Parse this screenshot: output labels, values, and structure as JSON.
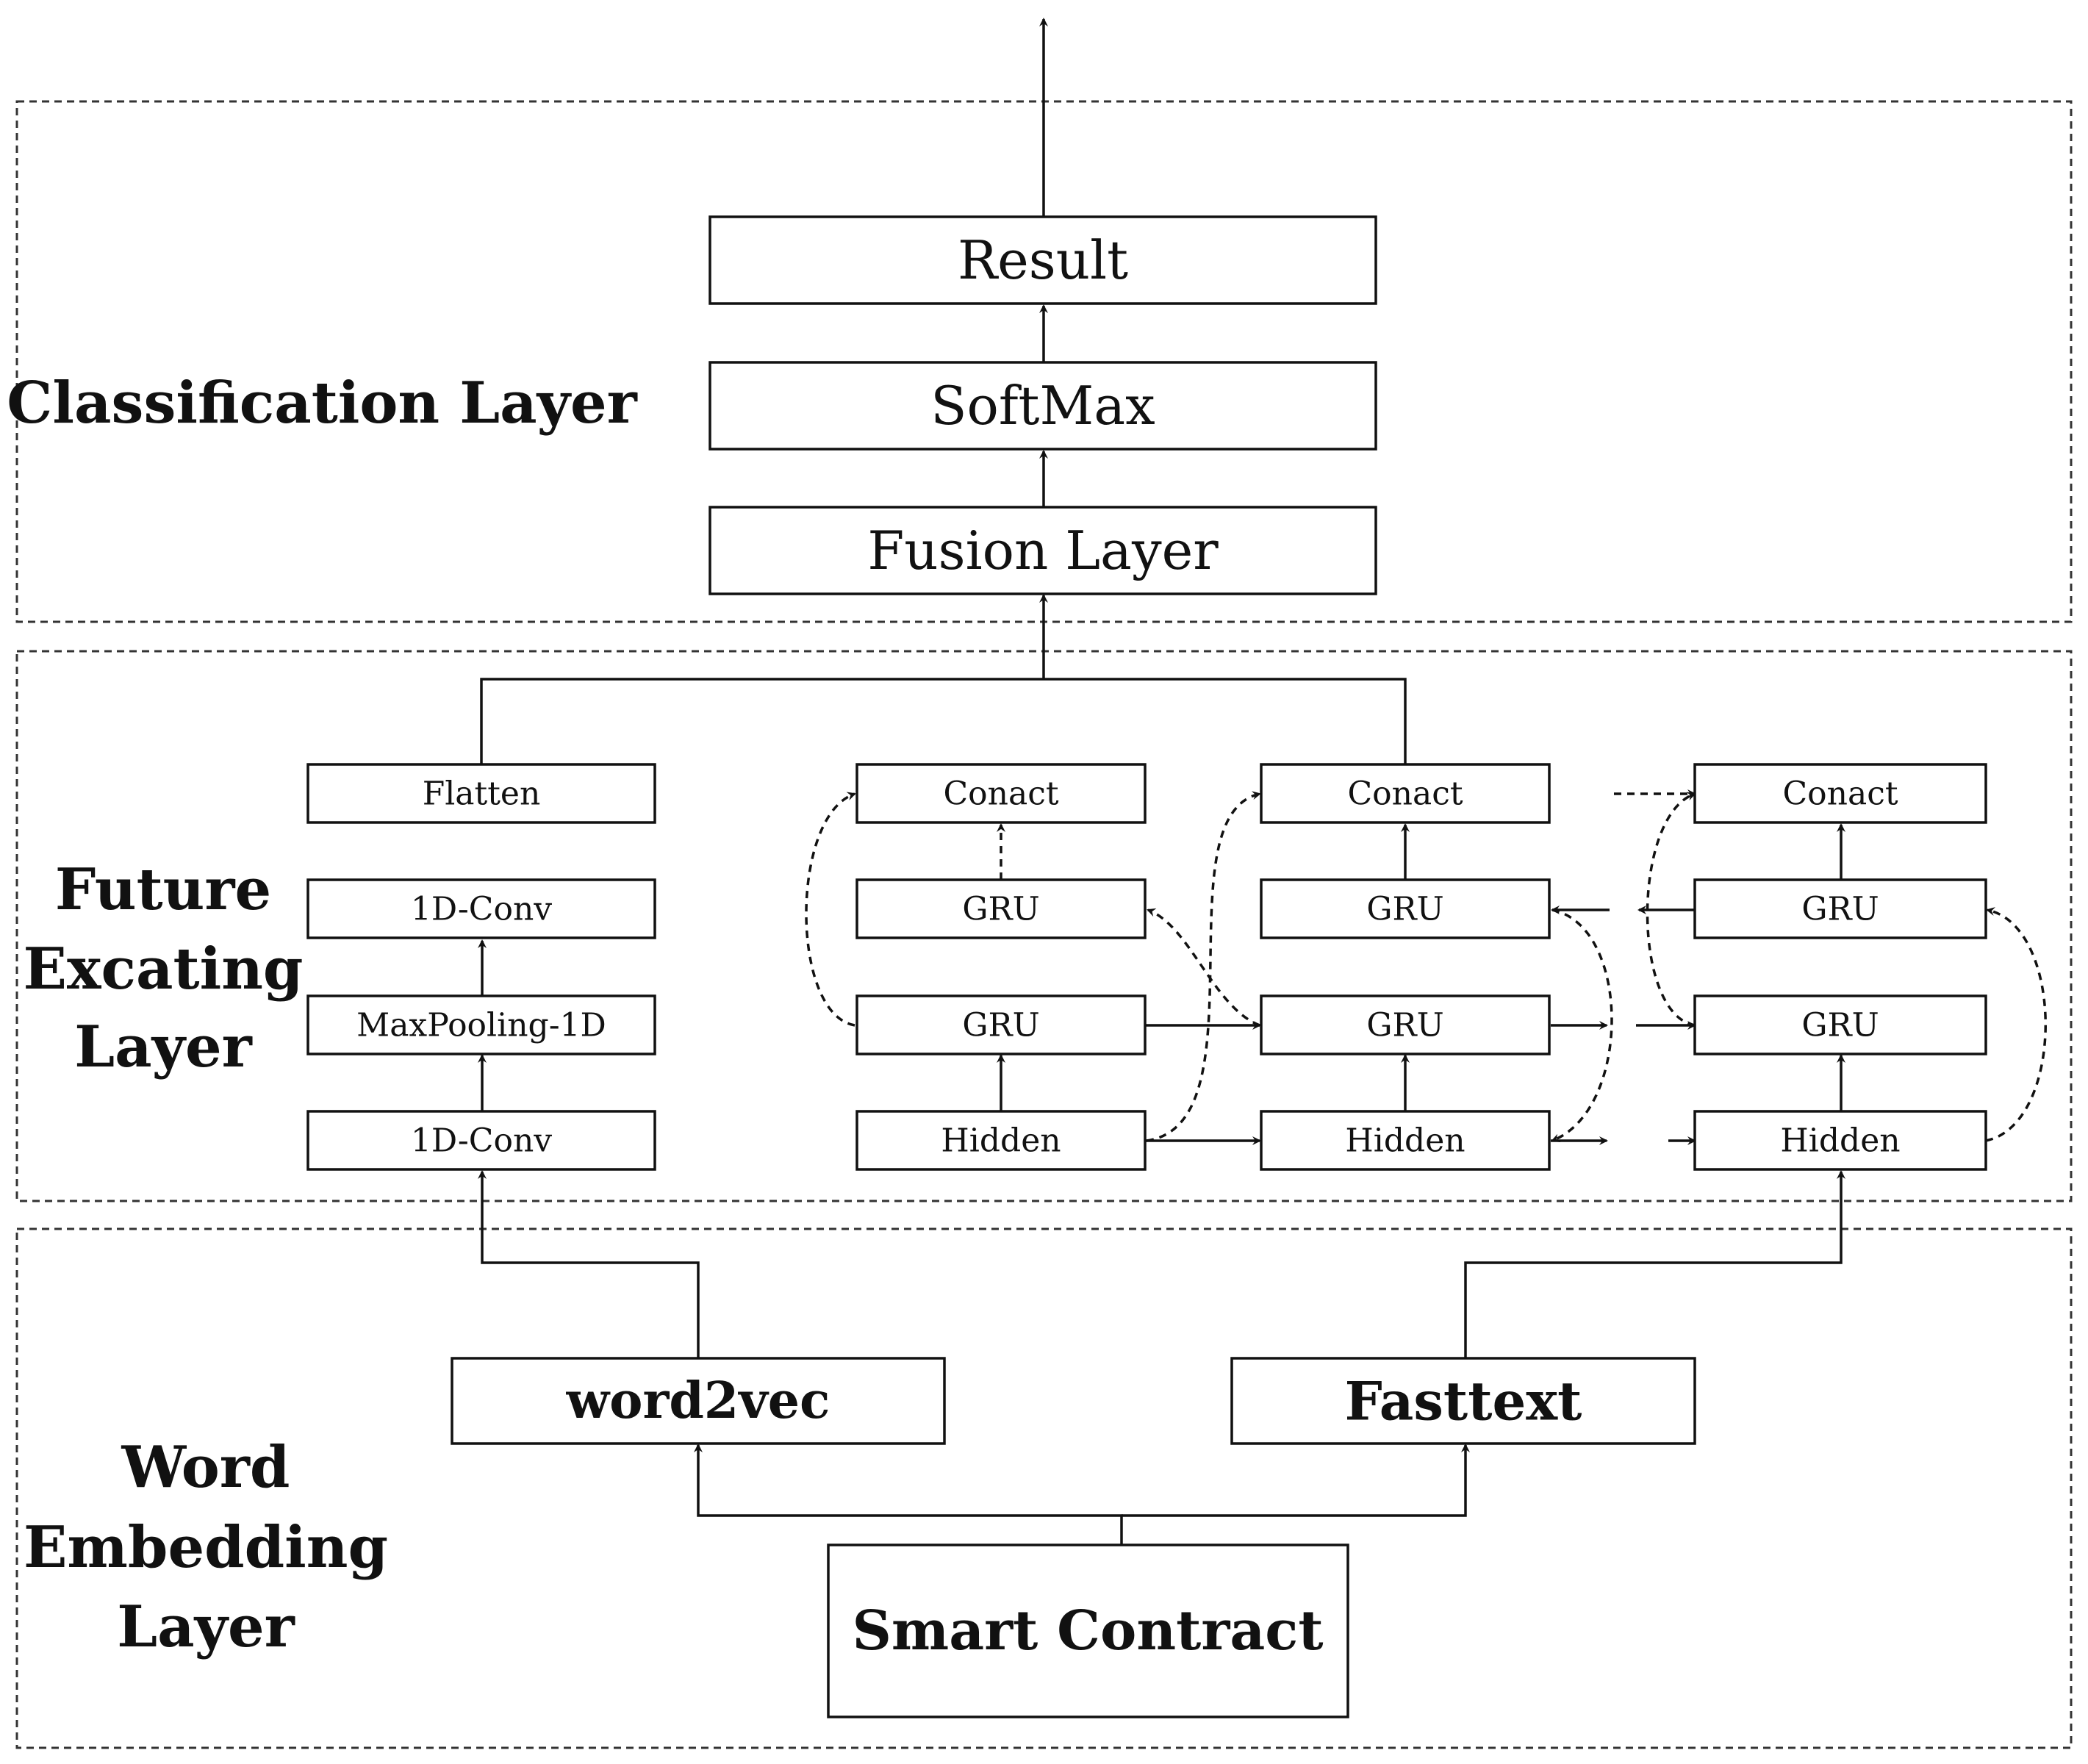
{
  "sections": {
    "classification": {
      "label_lines": [
        "Classification Layer"
      ]
    },
    "feature": {
      "label_lines": [
        "Future",
        "Excating",
        "Layer"
      ]
    },
    "embedding": {
      "label_lines": [
        "Word",
        "Embedding",
        "Layer"
      ]
    }
  },
  "nodes": {
    "result": "Result",
    "softmax": "SoftMax",
    "fusion": "Fusion Layer",
    "flatten": "Flatten",
    "conv_top": "1D-Conv",
    "maxpool": "MaxPooling-1D",
    "conv_bottom": "1D-Conv",
    "concat_1": "Conact",
    "concat_2": "Conact",
    "concat_3": "Conact",
    "gru_top_1": "GRU",
    "gru_top_2": "GRU",
    "gru_top_3": "GRU",
    "gru_bottom_1": "GRU",
    "gru_bottom_2": "GRU",
    "gru_bottom_3": "GRU",
    "hidden_1": "Hidden",
    "hidden_2": "Hidden",
    "hidden_3": "Hidden",
    "word2vec": "word2vec",
    "fasttext": "Fasttext",
    "smart_contract": "Smart Contract"
  }
}
